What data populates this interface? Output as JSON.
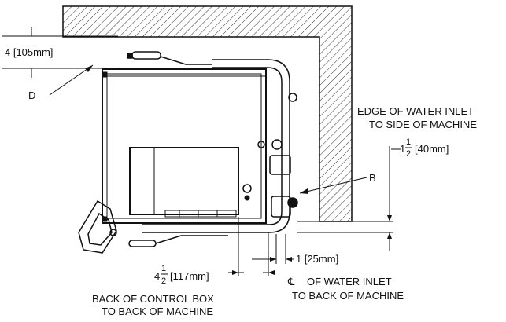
{
  "drawing": {
    "dim_clearance": {
      "value": "4 [105mm]"
    },
    "callout_d": "D",
    "callout_b": "B",
    "edge_note": {
      "line1": "EDGE OF WATER INLET",
      "line2": "TO SIDE OF MACHINE"
    },
    "dim_edge": {
      "whole": "1",
      "num": "1",
      "den": "2",
      "metric": "[40mm]"
    },
    "dim_inlet": {
      "value": "1 [25mm]"
    },
    "dim_control": {
      "whole": "4",
      "num": "1",
      "den": "2",
      "metric": "[117mm]"
    },
    "inlet_note": {
      "symbol": "℄",
      "line1": "OF WATER INLET",
      "line2": "TO BACK OF MACHINE"
    },
    "control_note": {
      "line1": "BACK OF CONTROL BOX",
      "line2": "TO BACK OF MACHINE"
    }
  }
}
